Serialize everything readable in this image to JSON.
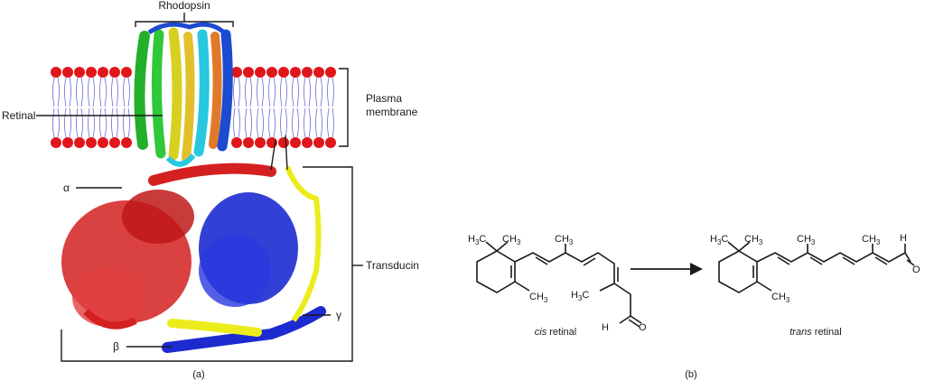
{
  "panel_a": {
    "caption": "(a)",
    "labels": {
      "rhodopsin": "Rhodopsin",
      "retinal": "Retinal",
      "plasma_membrane_line1": "Plasma",
      "plasma_membrane_line2": "membrane",
      "transducin": "Transducin",
      "alpha": "α",
      "beta": "β",
      "gamma": "γ"
    }
  },
  "panel_b": {
    "caption": "(b)",
    "cis": {
      "prefix": "cis",
      "suffix": " retinal",
      "h3c": "H",
      "ch3_top": "CH",
      "ch3_ring": "CH",
      "ch3_chain_top": "CH",
      "h3c_chain": "H",
      "h": "H",
      "o": "O",
      "sub3": "3"
    },
    "trans": {
      "prefix": "trans",
      "suffix": " retinal",
      "h3c": "H",
      "ch3_top": "CH",
      "ch3_ring": "CH",
      "ch3_chain1": "CH",
      "ch3_chain2": "CH",
      "h": "H",
      "o": "O",
      "sub3": "3"
    }
  },
  "colors": {
    "lipid_head": "#e0161a",
    "lipid_tail": "#6a6ad8",
    "alpha_subunit": "#d42020",
    "beta_subunit": "#1c2bd0",
    "gamma_subunit": "#ecec1c",
    "rhodopsin_helices": [
      "#22b02a",
      "#d8d020",
      "#e07a2a",
      "#28c8e0",
      "#1c4ad0"
    ]
  }
}
